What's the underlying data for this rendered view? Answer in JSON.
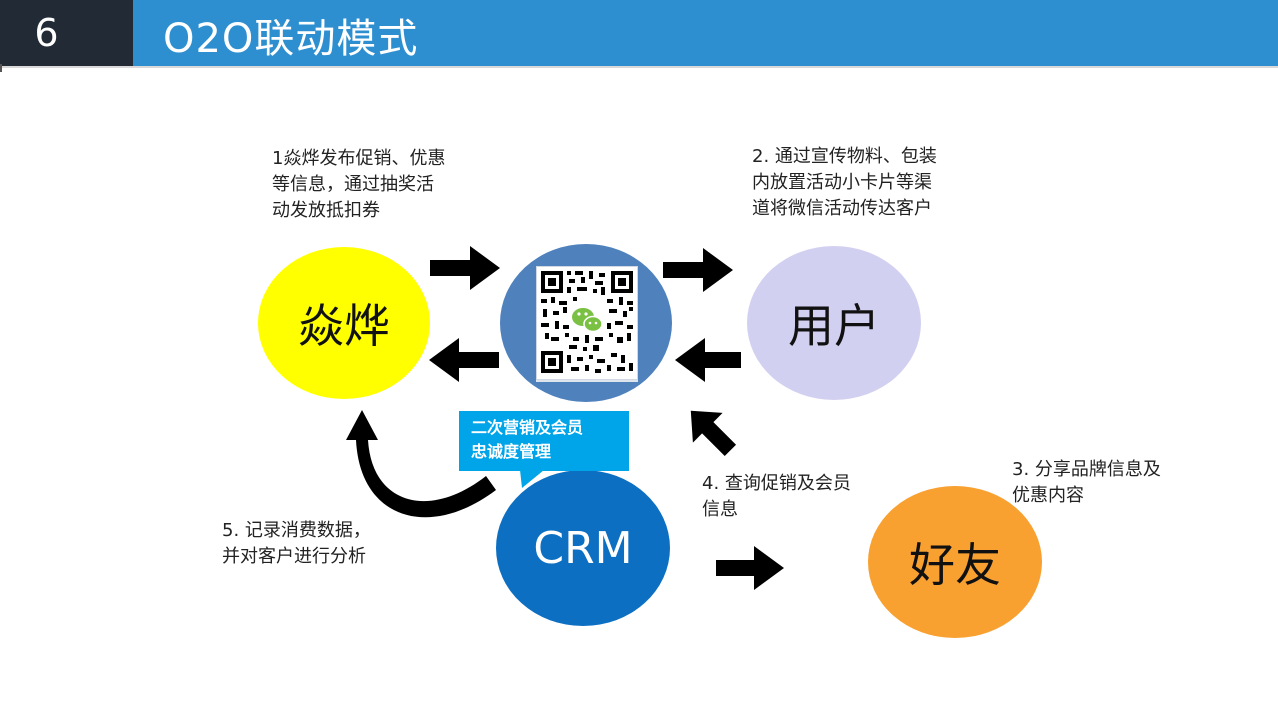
{
  "header": {
    "slide_number": "6",
    "title": "O2O联动模式"
  },
  "nodes": {
    "brand": "焱烨",
    "user": "用户",
    "friend": "好友",
    "crm": "CRM"
  },
  "steps": {
    "step1": "1焱烨发布促销、优惠\n等信息，通过抽奖活\n动发放抵扣券",
    "step2": "2. 通过宣传物料、包装\n内放置活动小卡片等渠\n道将微信活动传达客户",
    "step3": "3. 分享品牌信息及\n优惠内容",
    "step4": "4. 查询促销及会员\n信息",
    "step5": "5. 记录消费数据，\n并对客户进行分析"
  },
  "callout": "二次营销及会员\n忠诚度管理",
  "colors": {
    "header_dark": "#222a35",
    "header_blue": "#2e8fd0",
    "brand": "#ffff00",
    "user": "#d2d0f0",
    "friend": "#f8a030",
    "crm": "#0d6fc2",
    "qr_circle": "#4f81bd",
    "callout": "#00a4e8",
    "wechat": "#7ac143"
  },
  "icons": [
    "qr-code-icon",
    "wechat-icon"
  ]
}
